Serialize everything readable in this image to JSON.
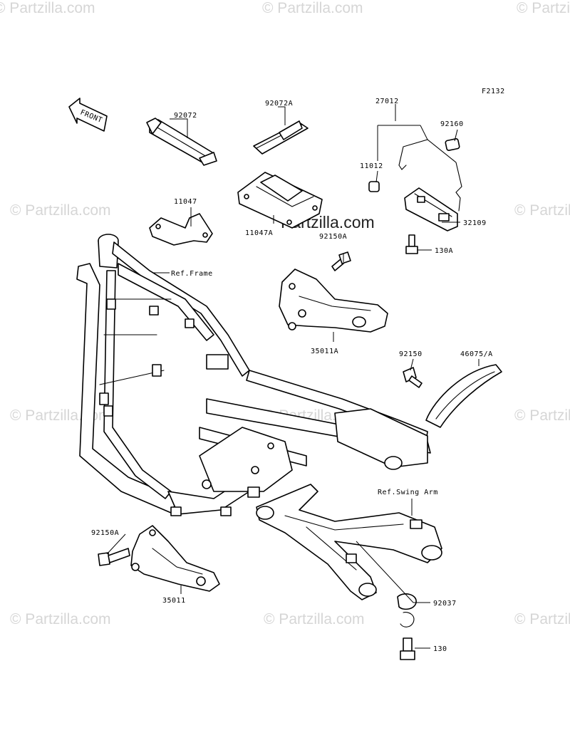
{
  "watermark": {
    "text": "© Partzilla.com",
    "center_text": "Partzilla.com"
  },
  "figure_code": "F2132",
  "front_label": "FRONT",
  "labels": {
    "p92072": "92072",
    "p92072A": "92072A",
    "p27012": "27012",
    "p92160": "92160",
    "p11012": "11012",
    "p11047": "11047",
    "p11047A": "11047A",
    "p32109": "32109",
    "p92150A_top": "92150A",
    "p130A": "130A",
    "ref_frame": "Ref.Frame",
    "p35011A": "35011A",
    "p92150": "92150",
    "p46075A": "46075/A",
    "ref_swing_arm": "Ref.Swing Arm",
    "p92150A_bottom": "92150A",
    "p35011": "35011",
    "p92037": "92037",
    "p130": "130"
  }
}
